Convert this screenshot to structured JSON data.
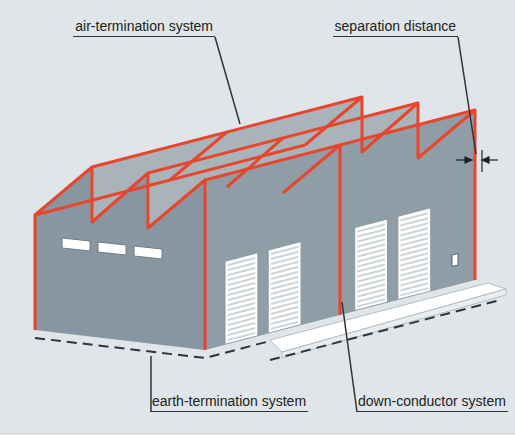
{
  "diagram": {
    "labels": [
      "air-termination system",
      "separation distance",
      "earth-termination system",
      "down-conductor system"
    ]
  }
}
